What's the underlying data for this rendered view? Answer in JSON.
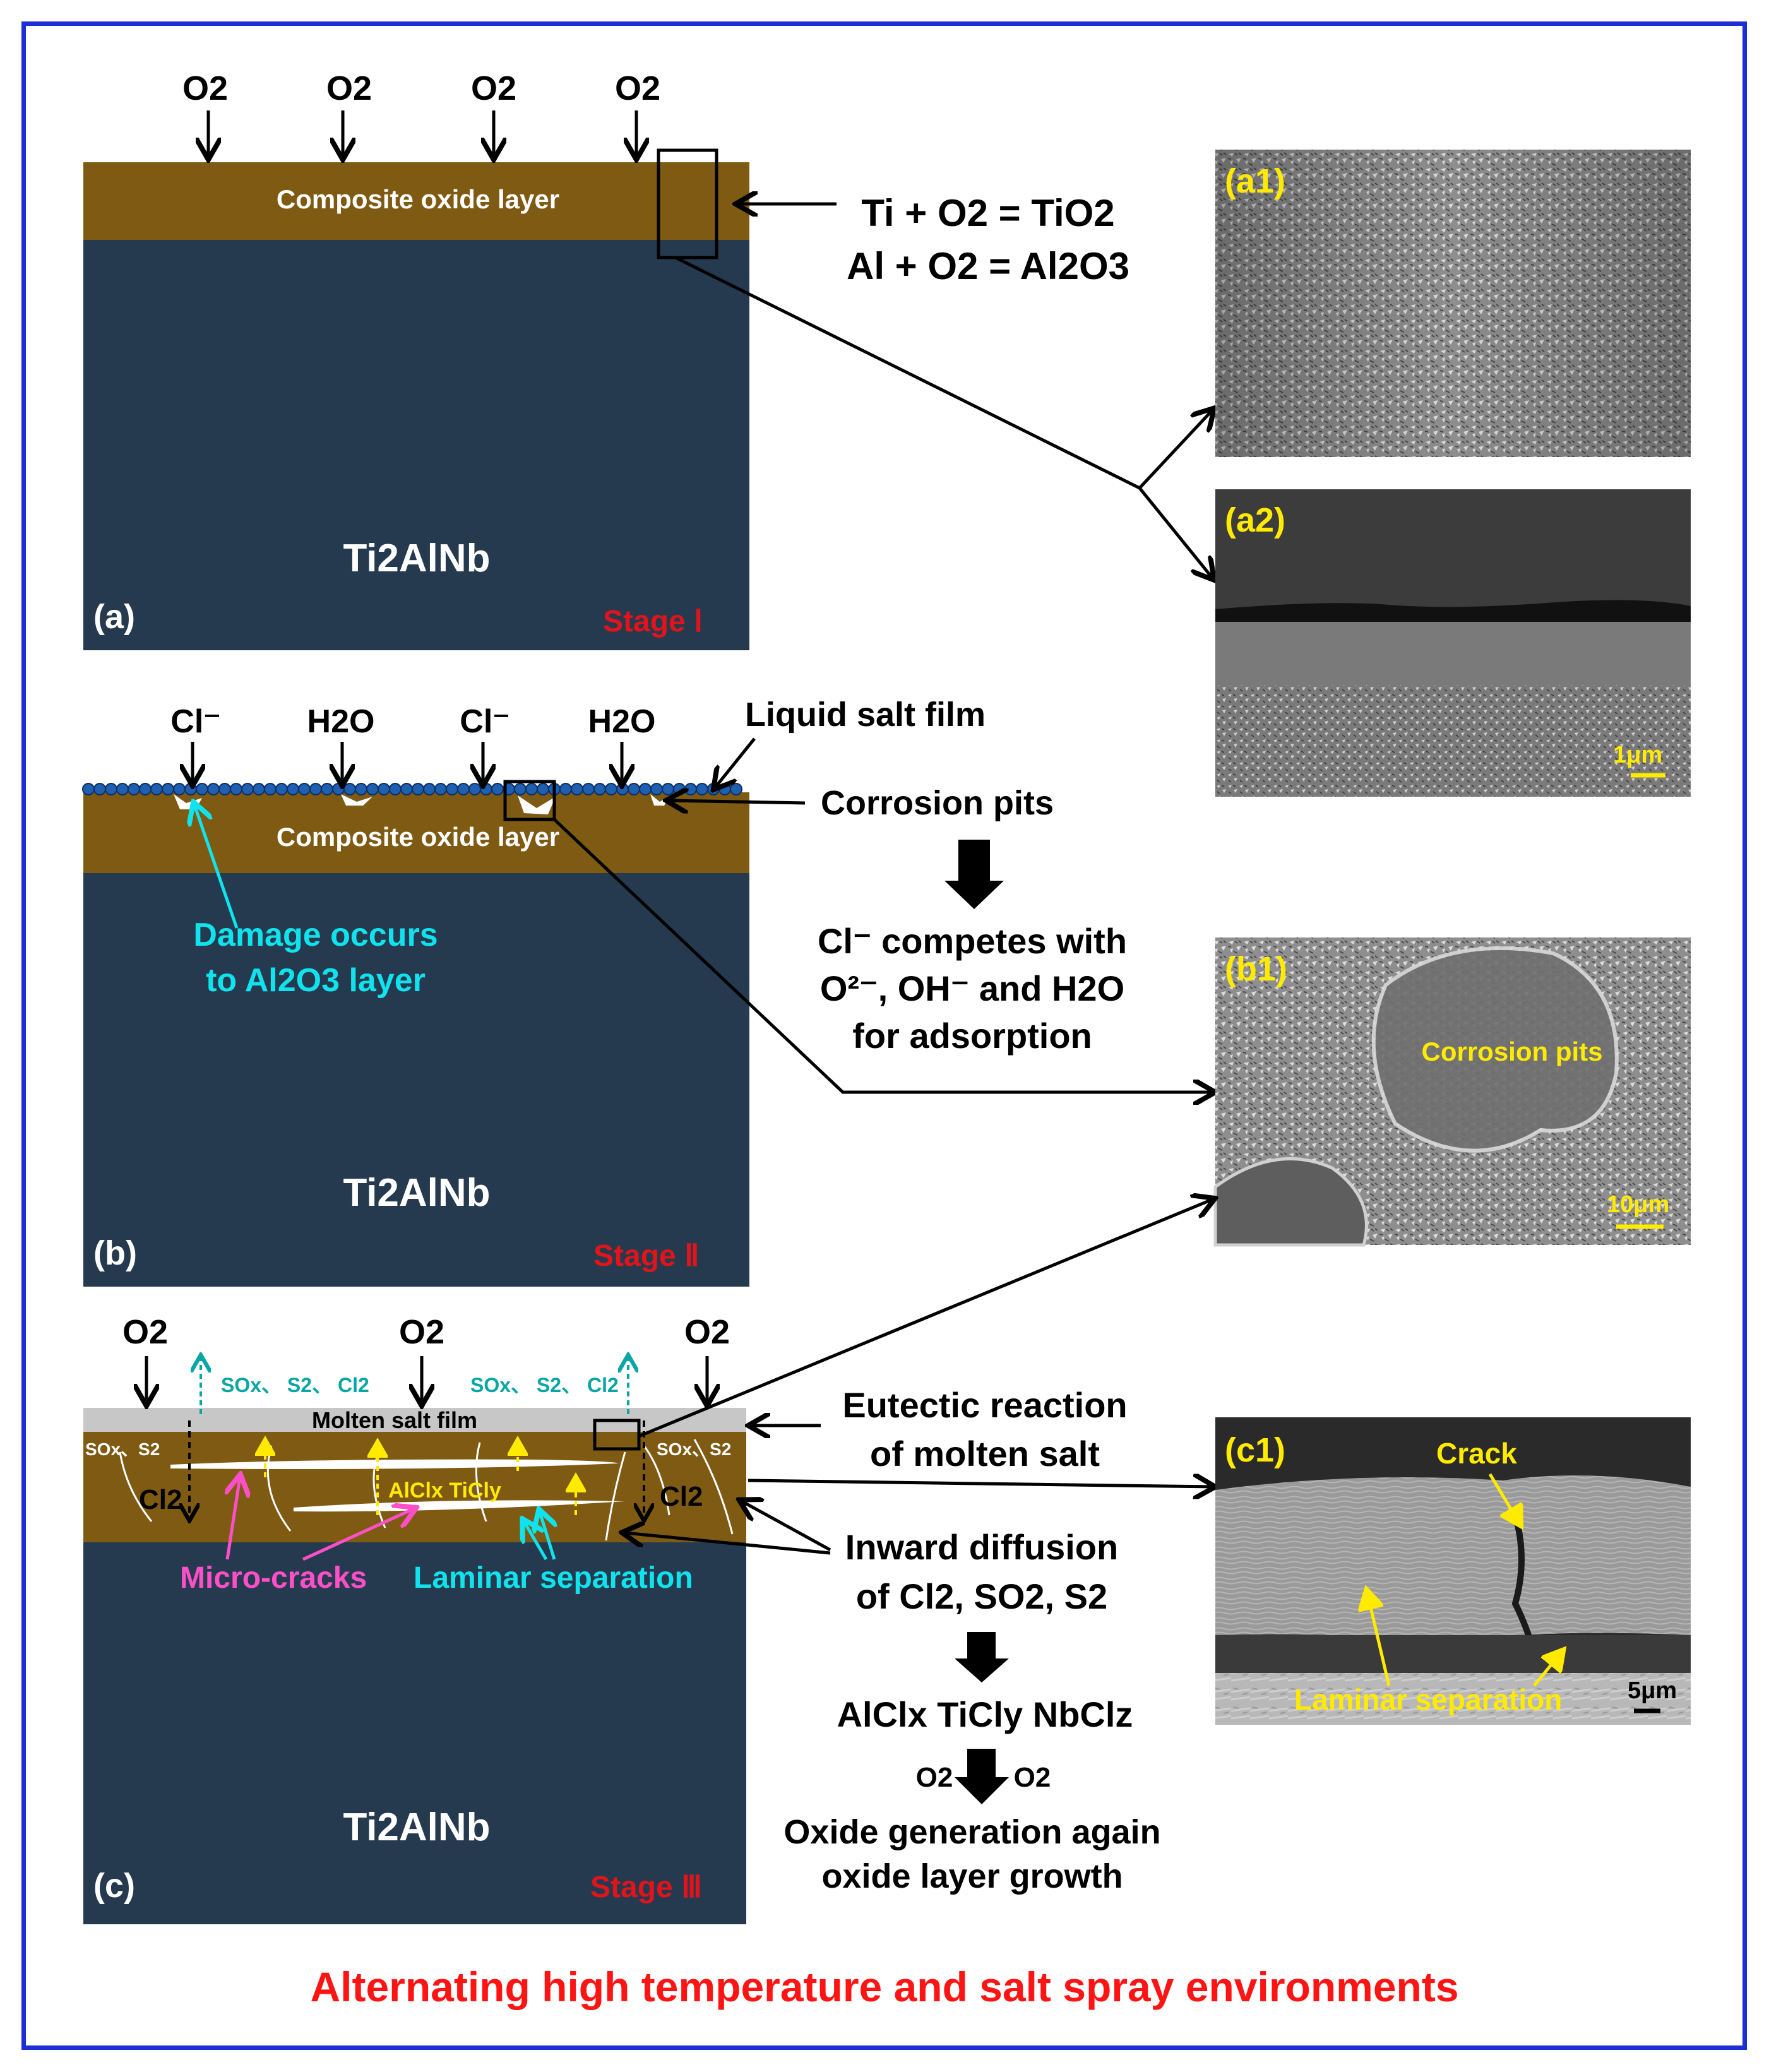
{
  "colors": {
    "frame": "#1c2fd6",
    "oxide": "#7f5a12",
    "substrate": "#253a4f",
    "molten": "#c7c7c7",
    "stage": "#e0141a",
    "damage": "#10e3ee",
    "micro": "#ff4fc8",
    "sem_label": "#ffea00",
    "footer": "#ff1414",
    "gas_teal": "#0aa6a6"
  },
  "panel_a": {
    "o2": "O2",
    "oxide_label": "Composite oxide layer",
    "reaction1": "Ti + O2 = TiO2",
    "reaction2": "Al + O2 = Al2O3",
    "substrate": "Ti2AlNb",
    "panel_id": "(a)",
    "stage": "Stage Ⅰ"
  },
  "sem": {
    "a1": "(a1)",
    "a2": "(a2)",
    "a2_scale": "1μm",
    "b1": "(b1)",
    "b1_pits": "Corrosion pits",
    "b1_scale": "10μm",
    "c1": "(c1)",
    "c1_crack": "Crack",
    "c1_lam": "Laminar separation",
    "c1_scale": "5μm"
  },
  "panel_b": {
    "cl": "Cl⁻",
    "h2o": "H2O",
    "salt_film": "Liquid salt film",
    "pits": "Corrosion pits",
    "oxide_label": "Composite oxide layer",
    "damage1": "Damage occurs",
    "damage2": "to Al2O3 layer",
    "compete1": "Cl⁻ competes with",
    "compete2": "O²⁻, OH⁻ and H2O",
    "compete3": "for adsorption",
    "substrate": "Ti2AlNb",
    "panel_id": "(b)",
    "stage": "Stage Ⅱ"
  },
  "panel_c": {
    "o2": "O2",
    "gases": "SOx、 S2、 Cl2",
    "molten": "Molten salt film",
    "sox_s2": "SOx、S2",
    "cl2": "Cl2",
    "chlorides_inline": "AlClx TiCly",
    "eutectic1": "Eutectic reaction",
    "eutectic2": "of molten salt",
    "inward1": "Inward diffusion",
    "inward2": "of Cl2, SO2, S2",
    "chlorides": "AlClx  TiCly  NbClz",
    "o2_left": "O2",
    "o2_right": "O2",
    "regen1": "Oxide generation again",
    "regen2": "oxide layer growth",
    "micro": "Micro-cracks",
    "laminar": "Laminar separation",
    "substrate": "Ti2AlNb",
    "panel_id": "(c)",
    "stage": "Stage Ⅲ"
  },
  "footer": "Alternating high temperature and salt spray environments"
}
